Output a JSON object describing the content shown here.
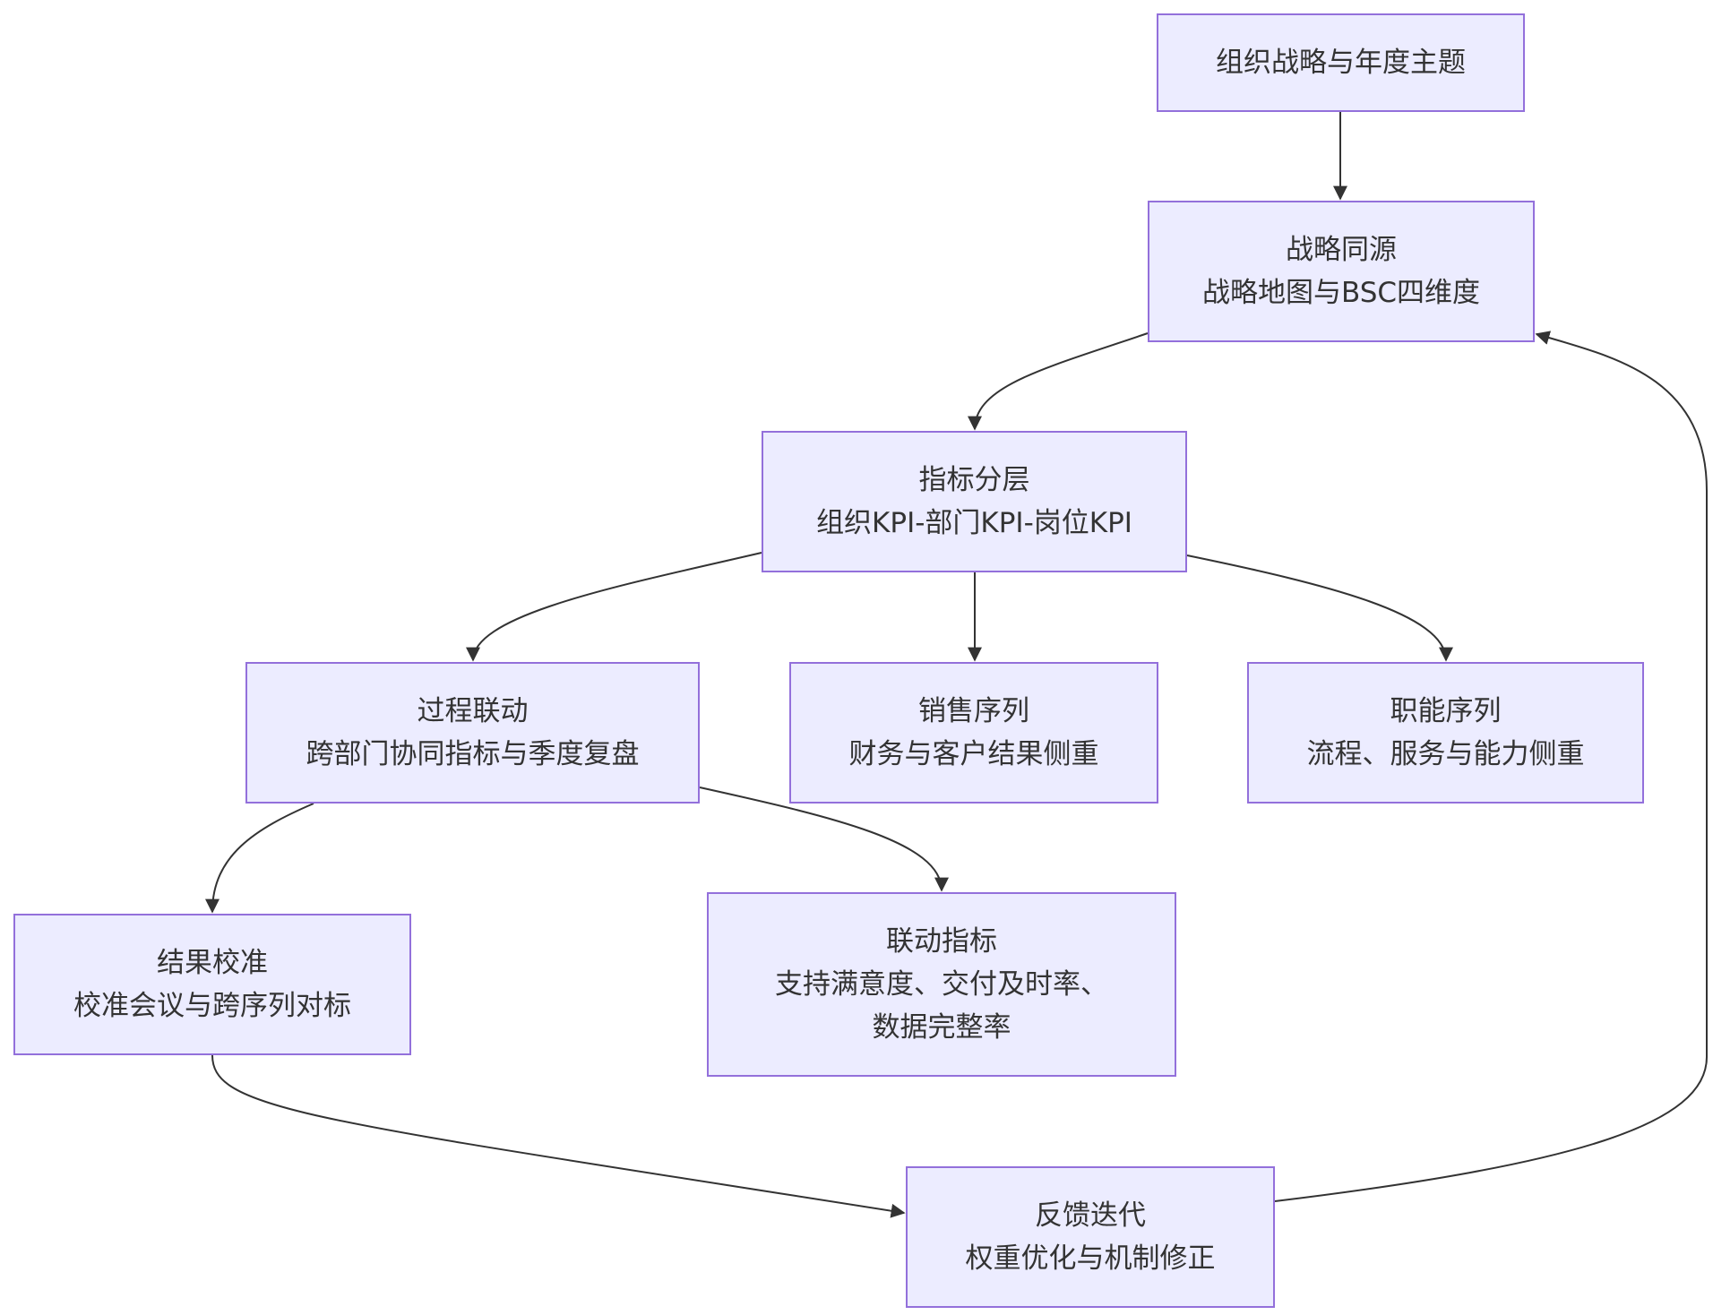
{
  "diagram": {
    "nodes": {
      "org": {
        "lines": [
          "组织战略与年度主题"
        ]
      },
      "source": {
        "lines": [
          "战略同源",
          "战略地图与BSC四维度"
        ]
      },
      "layer": {
        "lines": [
          "指标分层",
          "组织KPI-部门KPI-岗位KPI"
        ]
      },
      "process": {
        "lines": [
          "过程联动",
          "跨部门协同指标与季度复盘"
        ]
      },
      "sales": {
        "lines": [
          "销售序列",
          "财务与客户结果侧重"
        ]
      },
      "function": {
        "lines": [
          "职能序列",
          "流程、服务与能力侧重"
        ]
      },
      "result": {
        "lines": [
          "结果校准",
          "校准会议与跨序列对标"
        ]
      },
      "linked": {
        "lines": [
          "联动指标",
          "支持满意度、交付及时率、",
          "数据完整率"
        ]
      },
      "feedback": {
        "lines": [
          "反馈迭代",
          "权重优化与机制修正"
        ]
      }
    },
    "edges": [
      {
        "from": "org",
        "to": "source"
      },
      {
        "from": "source",
        "to": "layer"
      },
      {
        "from": "layer",
        "to": "process"
      },
      {
        "from": "layer",
        "to": "sales"
      },
      {
        "from": "layer",
        "to": "function"
      },
      {
        "from": "process",
        "to": "result"
      },
      {
        "from": "process",
        "to": "linked"
      },
      {
        "from": "result",
        "to": "feedback"
      },
      {
        "from": "feedback",
        "to": "source"
      }
    ],
    "colors": {
      "node_fill": "#ECECFF",
      "node_border": "#9370DB",
      "text": "#333333",
      "edge": "#333333"
    }
  }
}
